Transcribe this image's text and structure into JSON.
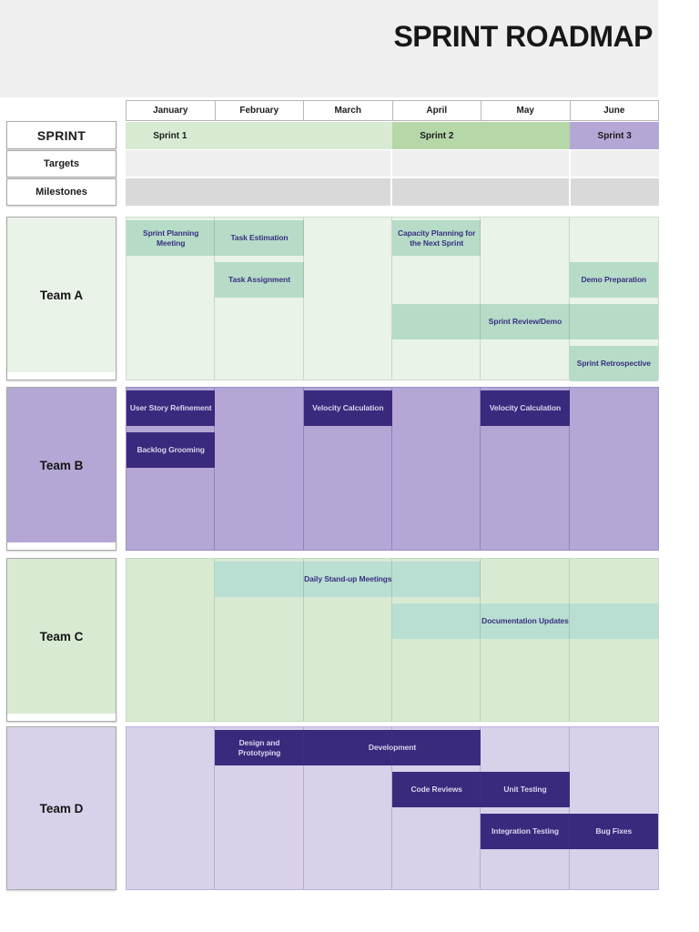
{
  "title": "SPRINT ROADMAP",
  "months": [
    "January",
    "February",
    "March",
    "April",
    "May",
    "June"
  ],
  "side_labels": {
    "sprint": "SPRINT",
    "targets": "Targets",
    "milestones": "Milestones"
  },
  "sprint_track": [
    {
      "label": "Sprint 1",
      "col_start": 1,
      "col_span": 3,
      "color": "#d9ead3"
    },
    {
      "label": "Sprint 2",
      "col_start": 4,
      "col_span": 2,
      "color": "#b6d7a8"
    },
    {
      "label": "Sprint 3",
      "col_start": 6,
      "col_span": 1,
      "color": "#b4a7d6"
    }
  ],
  "tracker_rows": [
    {
      "name": "targets",
      "bg": "#efefef",
      "segment_spans": [
        3,
        2,
        1
      ]
    },
    {
      "name": "milestones",
      "bg": "#d9d9d9",
      "segment_spans": [
        3,
        2,
        1
      ]
    }
  ],
  "teams": [
    {
      "name": "Team A",
      "bg": "#eaf3e8",
      "bar_bg": "#b6dcc8",
      "bar_text": "#39307f",
      "line": "rgba(70,115,80,0.22)",
      "border": "#ccdecb",
      "rows": [
        [
          {
            "label": "Sprint Planning Meeting",
            "col_start": 1,
            "col_span": 1
          },
          {
            "label": "Task Estimation",
            "col_start": 2,
            "col_span": 1
          },
          {
            "label": "Capacity Planning for the Next Sprint",
            "col_start": 4,
            "col_span": 1
          }
        ],
        [
          {
            "label": "Task Assignment",
            "col_start": 2,
            "col_span": 1
          },
          {
            "label": "Demo Preparation",
            "col_start": 6,
            "col_span": 1
          }
        ],
        [
          {
            "label": "Sprint Review/Demo",
            "col_start": 4,
            "col_span": 3
          }
        ],
        [
          {
            "label": "Sprint Retrospective",
            "col_start": 6,
            "col_span": 1
          }
        ]
      ]
    },
    {
      "name": "Team B",
      "bg": "#b4a7d6",
      "bar_bg": "#3a2a7d",
      "bar_text": "#d9d4ec",
      "line": "rgba(55,30,110,0.28)",
      "border": "#9d8cc7",
      "rows": [
        [
          {
            "label": "User Story Refinement",
            "col_start": 1,
            "col_span": 1
          },
          {
            "label": "Velocity Calculation",
            "col_start": 3,
            "col_span": 1
          },
          {
            "label": "Velocity Calculation",
            "col_start": 5,
            "col_span": 1
          }
        ],
        [
          {
            "label": "Backlog Grooming",
            "col_start": 1,
            "col_span": 1
          }
        ],
        [],
        []
      ]
    },
    {
      "name": "Team C",
      "bg": "#d9ead3",
      "bar_bg": "#b9dfd2",
      "bar_text": "#39307f",
      "line": "rgba(70,115,80,0.22)",
      "border": "#c4dbc1",
      "rows": [
        [
          {
            "label": "Daily Stand-up Meetings",
            "col_start": 2,
            "col_span": 3
          }
        ],
        [
          {
            "label": "Documentation Updates",
            "col_start": 4,
            "col_span": 3
          }
        ],
        [],
        []
      ]
    },
    {
      "name": "Team D",
      "bg": "#d8d1e9",
      "bar_bg": "#3a2a7d",
      "bar_text": "#d9d4ec",
      "line": "rgba(85,55,145,0.25)",
      "border": "#c0b2e0",
      "rows": [
        [
          {
            "label": "Design and Prototyping",
            "col_start": 2,
            "col_span": 1
          },
          {
            "label": "Development",
            "col_start": 3,
            "col_span": 2
          }
        ],
        [
          {
            "label": "Code Reviews",
            "col_start": 4,
            "col_span": 1
          },
          {
            "label": "Unit Testing",
            "col_start": 5,
            "col_span": 1
          }
        ],
        [
          {
            "label": "Integration Testing",
            "col_start": 5,
            "col_span": 1
          },
          {
            "label": "Bug Fixes",
            "col_start": 6,
            "col_span": 1
          }
        ],
        []
      ]
    }
  ]
}
